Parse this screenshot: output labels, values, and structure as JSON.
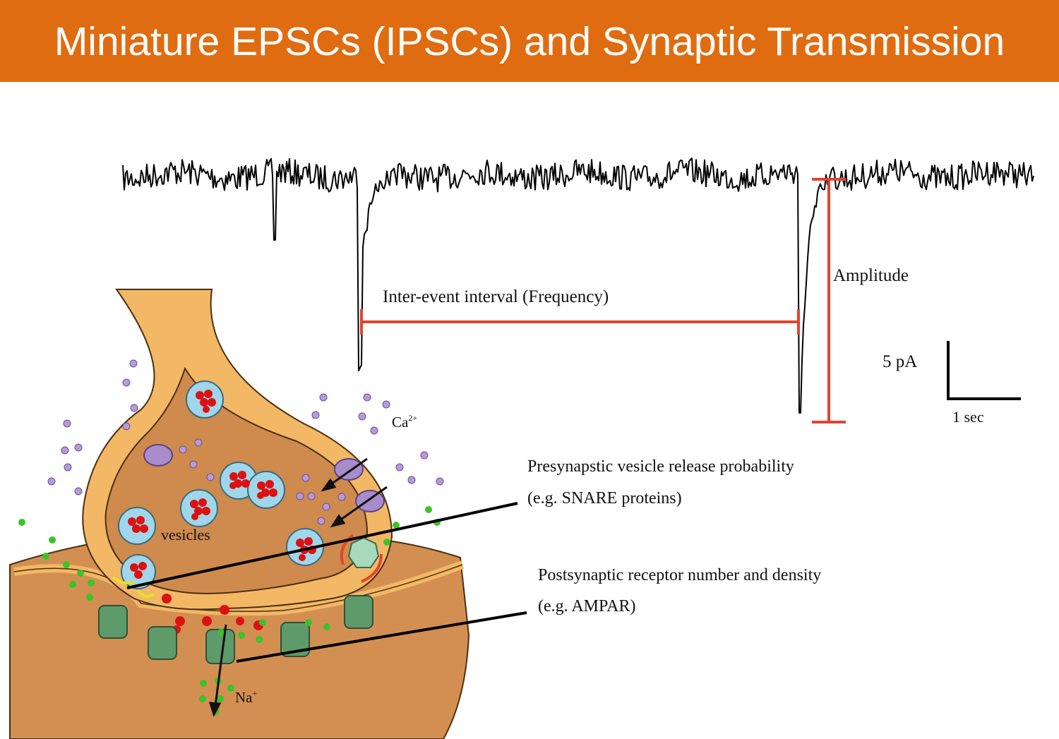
{
  "title": "Miniature EPSCs (IPSCs) and Synaptic Transmission",
  "labels": {
    "interval": "Inter-event interval (Frequency)",
    "amplitude": "Amplitude",
    "scale_y": "5 pA",
    "scale_x": "1 sec",
    "calcium_base": "Ca",
    "calcium_sup": "2+",
    "sodium_base": "Na",
    "sodium_sup": "+",
    "vesicles": "vesicles",
    "presynaptic_line1": "Presynapstic vesicle release probability",
    "presynaptic_line2": "(e.g. SNARE proteins)",
    "postsynaptic_line1": "Postsynaptic receptor number and density",
    "postsynaptic_line2": "(e.g. AMPAR)"
  },
  "colors": {
    "header": "#e06c11",
    "marker": "#e0452f",
    "neuron": "#d38f52",
    "membrane": "#f3b866",
    "vesicle": "#9fd6ea",
    "transmitter": "#dd1111",
    "calcium_ion": "#b79ad8",
    "sodium_ion": "#39c42a",
    "receptor": "#5f9a6a"
  }
}
